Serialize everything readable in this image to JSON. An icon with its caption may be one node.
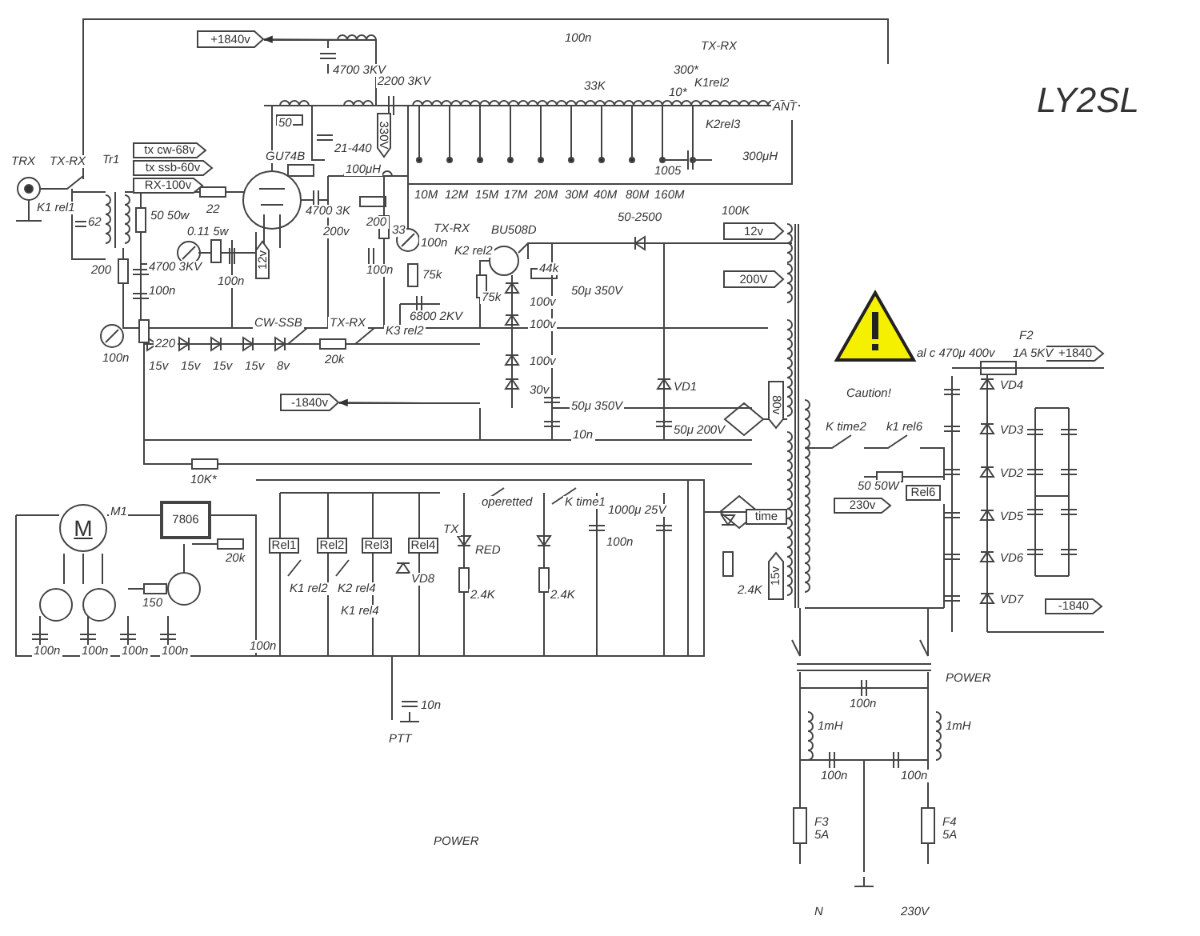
{
  "diagram": {
    "title": "LY2SL",
    "nodes": [
      {
        "text": [
          "+1840v"
        ]
      },
      {
        "text": [
          "tx cw-68v"
        ]
      },
      {
        "text": [
          "tx ssb-60v"
        ]
      },
      {
        "text": [
          "RX-100v"
        ]
      },
      {
        "text": [
          "12v"
        ]
      },
      {
        "text": [
          "200V"
        ]
      },
      {
        "text": [
          "-1840v"
        ]
      },
      {
        "text": [
          "80v"
        ]
      },
      {
        "text": [
          "7806"
        ]
      },
      {
        "text": [
          "Rel1"
        ]
      },
      {
        "text": [
          "Rel2"
        ]
      },
      {
        "text": [
          "Rel3"
        ]
      },
      {
        "text": [
          "Rel4"
        ]
      },
      {
        "text": [
          "time"
        ]
      },
      {
        "text": [
          "15v"
        ]
      },
      {
        "text": [
          "230v"
        ]
      },
      {
        "text": [
          "Rel6"
        ]
      },
      {
        "text": [
          "+1840"
        ]
      },
      {
        "text": [
          "-1840"
        ]
      },
      {
        "text": [
          "12v"
        ]
      },
      {
        "text": [
          "330V"
        ]
      },
      {
        "text": [
          "M"
        ],
        "beside": [
          "M1"
        ]
      }
    ],
    "edges": [
      {
        "from": null,
        "to": 0,
        "arrow": "to"
      },
      {
        "from": null,
        "to": 6,
        "arrow": "to"
      }
    ],
    "labels": [
      "TRX",
      "TX-RX",
      "K1 rel1",
      "Tr1",
      "62",
      "200",
      "50 50w",
      "4700 3KV",
      "100n",
      "22",
      "GU74B",
      "0.11 5w",
      "100n",
      "4700 3KV",
      "2200 3KV",
      "50",
      "21-440",
      "100μH",
      "4700 3K",
      "200v",
      "200",
      "33",
      "100n",
      "TX-RX",
      "100n",
      "75k",
      "75k",
      "6800 2KV",
      "K2 rel2",
      "BU508D",
      "44k",
      "100v",
      "100v",
      "100v",
      "30v",
      "50μ 350V",
      "50μ 350V",
      "10n",
      "50μ 200V",
      "VD1",
      "10M",
      "12M",
      "15M",
      "17M",
      "20M",
      "30M",
      "40M",
      "80M",
      "160M",
      "100n",
      "33K",
      "300*",
      "10*",
      "TX-RX",
      "K1rel2",
      "K2rel3",
      "ANT",
      "1005",
      "300μH",
      "100K",
      "50-2500",
      "Caution!",
      "F2",
      "al c 470μ 400v",
      "1A 5KV",
      "VD4",
      "VD3",
      "VD2",
      "VD5",
      "VD6",
      "VD7",
      "K time2",
      "k1 rel6",
      "50 50W",
      "220",
      "100n",
      "15v",
      "15v",
      "15v",
      "15v",
      "8v",
      "CW-SSB",
      "TX-RX",
      "K3 rel2",
      "20k",
      "10K*",
      "20k",
      "150",
      "100n",
      "100n",
      "100n",
      "100n",
      "100n",
      "K1 rel2",
      "K2 rel4",
      "K1 rel4",
      "VD8",
      "TX",
      "RED",
      "operetted",
      "K time1",
      "2.4K",
      "2.4K",
      "1000μ 25V",
      "100n",
      "2.4K",
      "10n",
      "PTT",
      "POWER",
      "POWER",
      "100n",
      "1mH",
      "1mH",
      "100n",
      "100n",
      "F3 5A",
      "F4 5A",
      "N",
      "230V"
    ]
  }
}
